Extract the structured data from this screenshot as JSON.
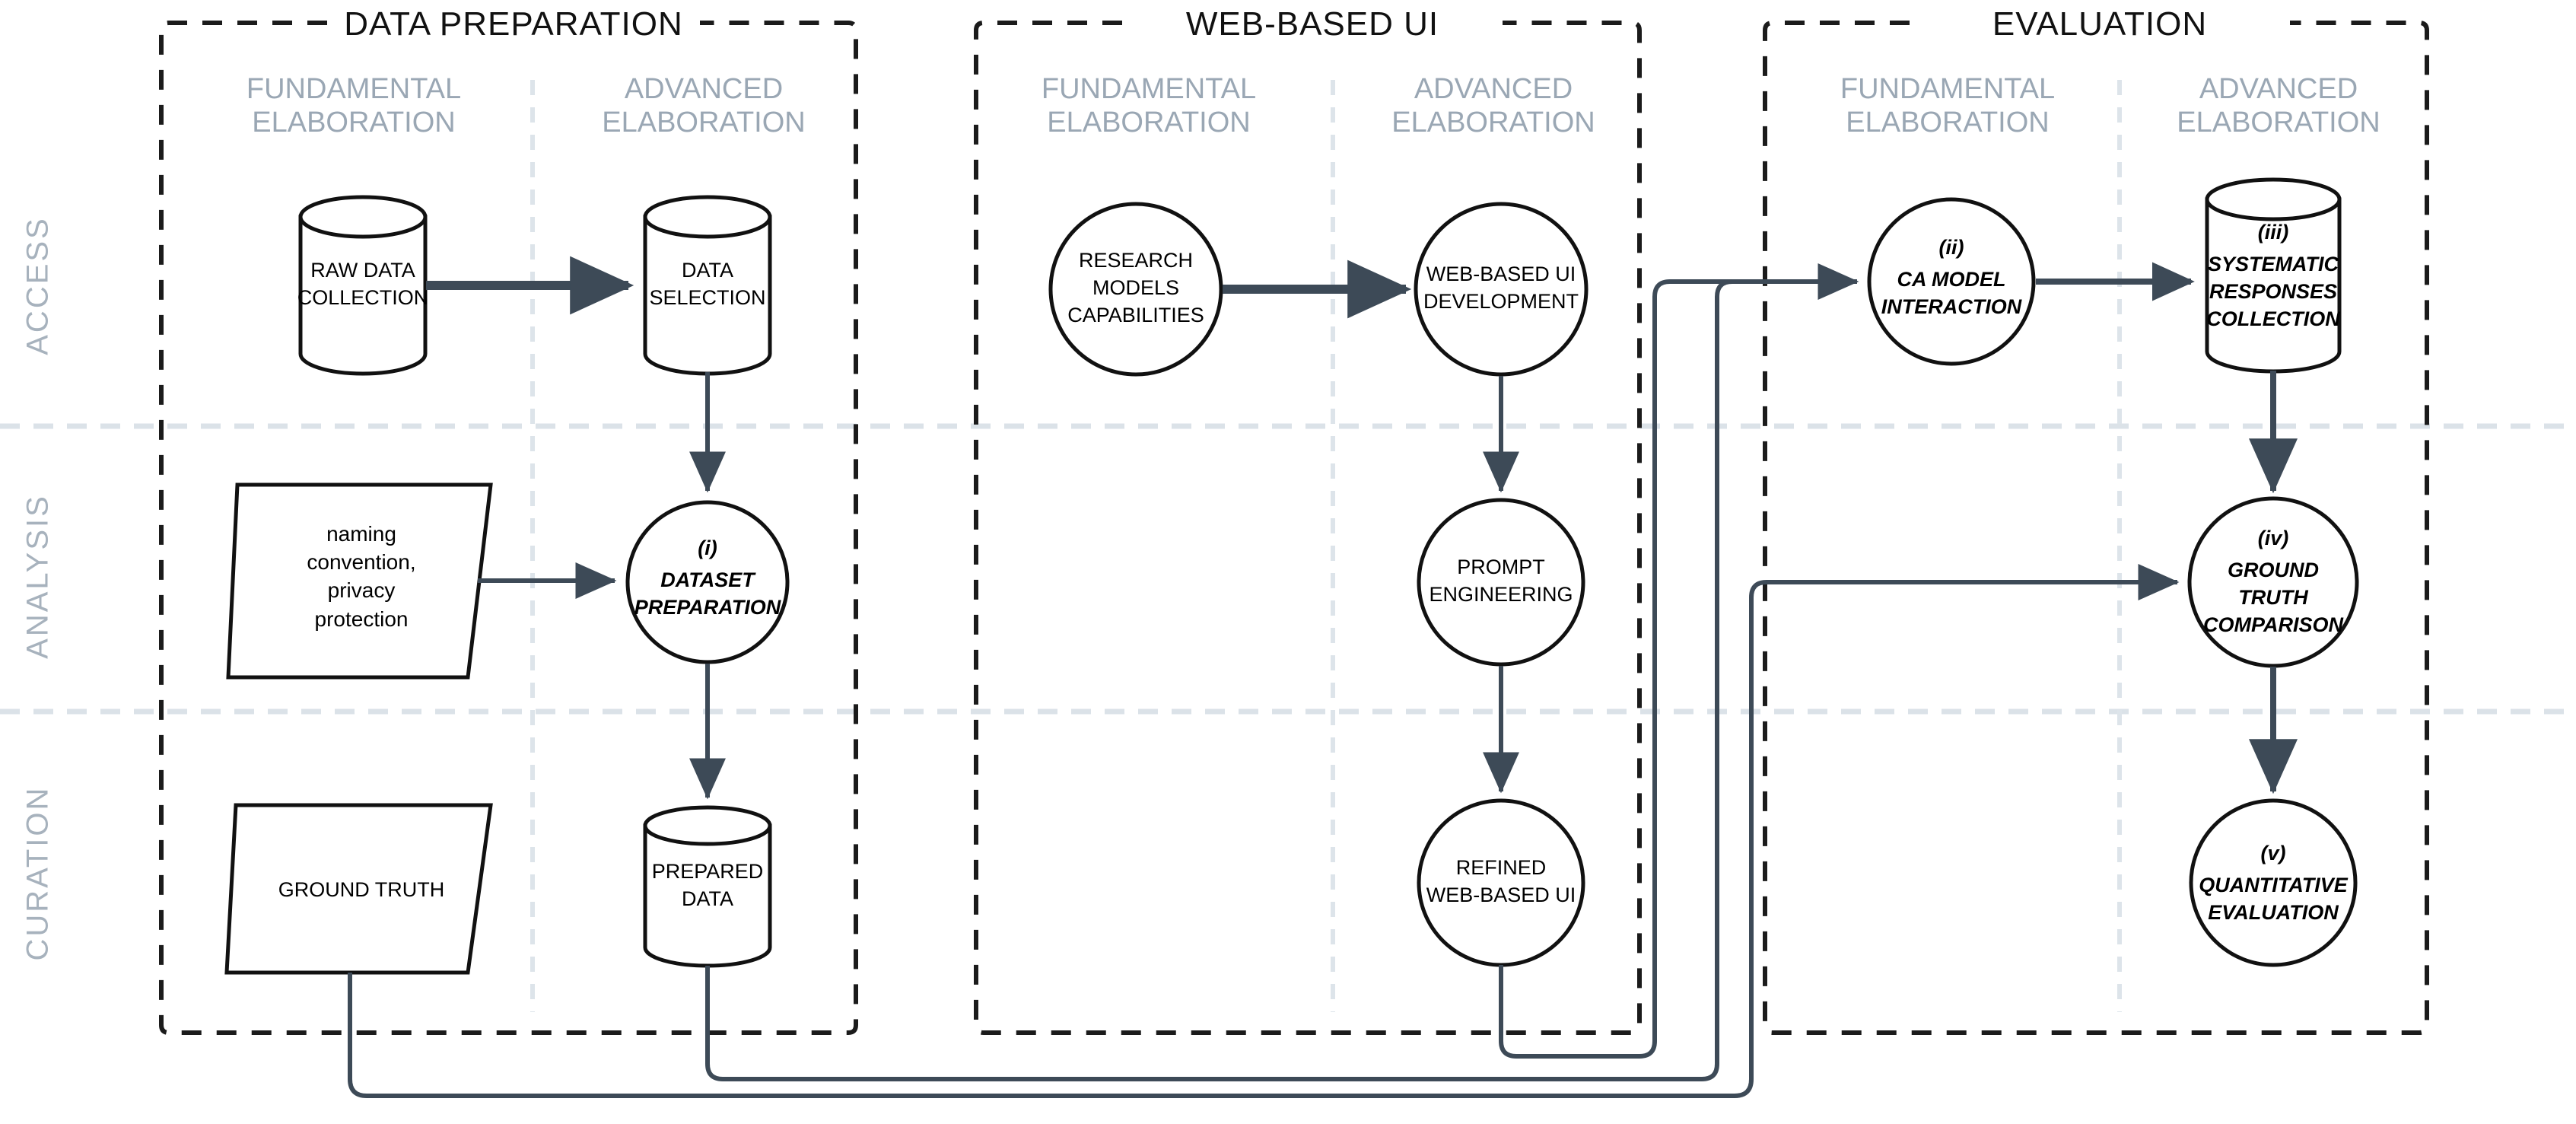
{
  "diagram": {
    "title_visible": false,
    "colors": {
      "stroke_dark": "#3d4a57",
      "node_outline": "#111111",
      "sub_label": "#9aa7b4",
      "row_label": "#a7b2bd",
      "row_divider": "#dbe2e8",
      "col_divider": "#dbe2e8",
      "section_border": "#1b1b1b",
      "background": "#ffffff"
    },
    "row_labels": [
      "ACCESS",
      "ANALYSIS",
      "CURATION"
    ],
    "sections": [
      {
        "id": "data-preparation",
        "title": "DATA PREPARATION",
        "columns": [
          {
            "line1": "FUNDAMENTAL",
            "line2": "ELABORATION"
          },
          {
            "line1": "ADVANCED",
            "line2": "ELABORATION"
          }
        ]
      },
      {
        "id": "web-based-ui",
        "title": "WEB-BASED UI",
        "columns": [
          {
            "line1": "FUNDAMENTAL",
            "line2": "ELABORATION"
          },
          {
            "line1": "ADVANCED",
            "line2": "ELABORATION"
          }
        ]
      },
      {
        "id": "evaluation",
        "title": "EVALUATION",
        "columns": [
          {
            "line1": "FUNDAMENTAL",
            "line2": "ELABORATION"
          },
          {
            "line1": "ADVANCED",
            "line2": "ELABORATION"
          }
        ]
      }
    ],
    "nodes": [
      {
        "id": "raw-data-collection",
        "shape": "cylinder",
        "numeral": "",
        "label": "RAW DATA\nCOLLECTION",
        "section": "data-preparation",
        "column": "fundamental",
        "row": "ACCESS"
      },
      {
        "id": "data-selection",
        "shape": "cylinder",
        "numeral": "",
        "label": "DATA\nSELECTION",
        "section": "data-preparation",
        "column": "advanced",
        "row": "ACCESS"
      },
      {
        "id": "naming-convention-privacy",
        "shape": "parallelogram",
        "numeral": "",
        "label": "naming\nconvention,\nprivacy\nprotection",
        "section": "data-preparation",
        "column": "fundamental",
        "row": "ANALYSIS"
      },
      {
        "id": "dataset-preparation",
        "shape": "circle",
        "numeral": "(i)",
        "label": "DATASET\nPREPARATION",
        "section": "data-preparation",
        "column": "advanced",
        "row": "ANALYSIS"
      },
      {
        "id": "ground-truth",
        "shape": "parallelogram",
        "numeral": "",
        "label": "GROUND TRUTH",
        "section": "data-preparation",
        "column": "fundamental",
        "row": "CURATION"
      },
      {
        "id": "prepared-data",
        "shape": "cylinder",
        "numeral": "",
        "label": "PREPARED\nDATA",
        "section": "data-preparation",
        "column": "advanced",
        "row": "CURATION"
      },
      {
        "id": "research-models-capabilities",
        "shape": "circle",
        "numeral": "",
        "label": "RESEARCH\nMODELS\nCAPABILITIES",
        "section": "web-based-ui",
        "column": "fundamental",
        "row": "ACCESS"
      },
      {
        "id": "web-based-ui-development",
        "shape": "circle",
        "numeral": "",
        "label": "WEB-BASED UI\nDEVELOPMENT",
        "section": "web-based-ui",
        "column": "advanced",
        "row": "ACCESS"
      },
      {
        "id": "prompt-engineering",
        "shape": "circle",
        "numeral": "",
        "label": "PROMPT\nENGINEERING",
        "section": "web-based-ui",
        "column": "advanced",
        "row": "ANALYSIS"
      },
      {
        "id": "refined-web-based-ui",
        "shape": "circle",
        "numeral": "",
        "label": "REFINED\nWEB-BASED UI",
        "section": "web-based-ui",
        "column": "advanced",
        "row": "CURATION"
      },
      {
        "id": "ca-model-interaction",
        "shape": "circle",
        "numeral": "(ii)",
        "label": "CA MODEL\nINTERACTION",
        "section": "evaluation",
        "column": "fundamental",
        "row": "ACCESS"
      },
      {
        "id": "systematic-responses-collection",
        "shape": "cylinder",
        "numeral": "(iii)",
        "label": "SYSTEMATIC\nRESPONSES\nCOLLECTION",
        "section": "evaluation",
        "column": "advanced",
        "row": "ACCESS"
      },
      {
        "id": "ground-truth-comparison",
        "shape": "circle",
        "numeral": "(iv)",
        "label": "GROUND\nTRUTH\nCOMPARISON",
        "section": "evaluation",
        "column": "advanced",
        "row": "ANALYSIS"
      },
      {
        "id": "quantitative-evaluation",
        "shape": "circle",
        "numeral": "(v)",
        "label": "QUANTITATIVE\nEVALUATION",
        "section": "evaluation",
        "column": "advanced",
        "row": "CURATION"
      }
    ],
    "edges": [
      {
        "from": "raw-data-collection",
        "to": "data-selection",
        "style": "thick-arrow"
      },
      {
        "from": "data-selection",
        "to": "dataset-preparation",
        "style": "arrow"
      },
      {
        "from": "naming-convention-privacy",
        "to": "dataset-preparation",
        "style": "arrow"
      },
      {
        "from": "dataset-preparation",
        "to": "prepared-data",
        "style": "arrow"
      },
      {
        "from": "research-models-capabilities",
        "to": "web-based-ui-development",
        "style": "thick-arrow"
      },
      {
        "from": "web-based-ui-development",
        "to": "prompt-engineering",
        "style": "arrow"
      },
      {
        "from": "prompt-engineering",
        "to": "refined-web-based-ui",
        "style": "arrow"
      },
      {
        "from": "refined-web-based-ui",
        "to": "ca-model-interaction",
        "style": "routed-arrow"
      },
      {
        "from": "prepared-data",
        "to": "ca-model-interaction",
        "style": "routed-arrow"
      },
      {
        "from": "ca-model-interaction",
        "to": "systematic-responses-collection",
        "style": "arrow"
      },
      {
        "from": "systematic-responses-collection",
        "to": "ground-truth-comparison",
        "style": "arrow"
      },
      {
        "from": "ground-truth",
        "to": "ground-truth-comparison",
        "style": "routed-arrow"
      },
      {
        "from": "ground-truth-comparison",
        "to": "quantitative-evaluation",
        "style": "arrow"
      }
    ]
  }
}
